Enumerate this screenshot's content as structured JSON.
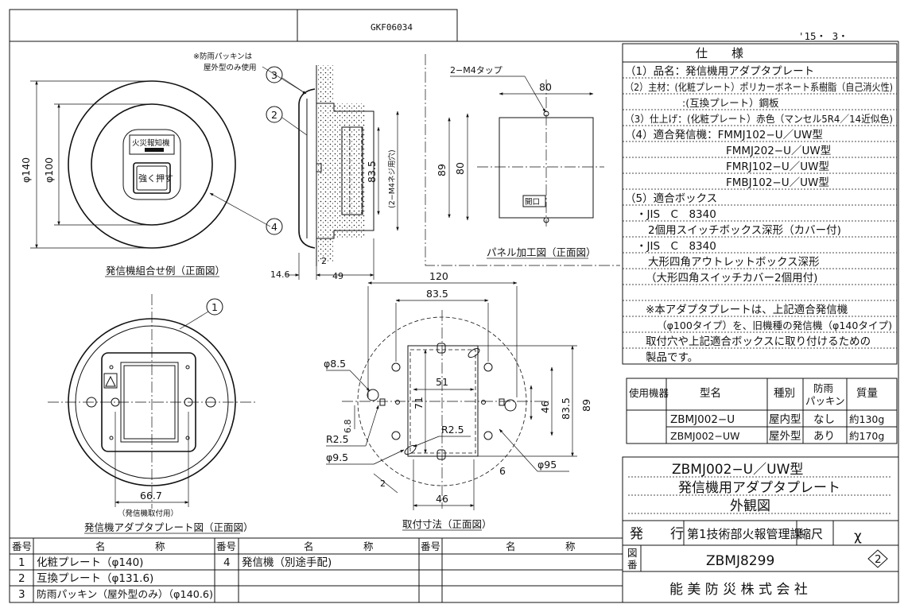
{
  "header": {
    "code": "GKF06034",
    "date": "'15・ 3・"
  },
  "spec": {
    "title": "仕　　様",
    "lines": [
      "（1）品名：発信機用アダプタプレート",
      "（2）主材：(化粧プレート）ポリカーボネート系樹脂（自己消火性)",
      ":(互換プレート）鋼板",
      "（3）仕上げ：(化粧プレート）赤色（マンセル5R4／14近似色)",
      "（4）適合発信機：FMMJ102−U／UW型",
      "FMMJ202−U／UW型",
      "FMRJ102−U／UW型",
      "FMBJ102−U／UW型",
      "（5）適合ボックス",
      "・JIS　C　8340",
      "2個用スイッチボックス深形（カバー付)",
      "・JIS　C　8340",
      "大形四角アウトレットボックス深形",
      "（大形四角スイッチカバー2個用付)",
      "※本アダプタプレートは、上記適合発信機",
      "（φ100タイプ）を、旧機種の発信機（φ140タイプ)",
      "取付穴や上記適合ボックスに取り付けるための",
      "製品です。"
    ]
  },
  "models": {
    "headers": [
      "使用機器",
      "型名",
      "種別",
      "防雨\nパッキン",
      "質量"
    ],
    "rows": [
      [
        "",
        "ZBMJ002−U",
        "屋内型",
        "なし",
        "約130g"
      ],
      [
        "",
        "ZBMJ002−UW",
        "屋外型",
        "あり",
        "約170g"
      ]
    ]
  },
  "title_block": {
    "model": "ZBMJ002−U／UW型",
    "name": "発信機用アダプタプレート",
    "view": "外観図",
    "issue_label": "発　　行",
    "issuer": "第1技術部火報管理課",
    "scale_label": "縮尺",
    "scale": "χ",
    "drawing_no_label": "図\n番",
    "drawing_no": "ZBMJ8299",
    "revision": "2",
    "company": "能 美 防 災 株 式 会 社"
  },
  "parts": {
    "headers": [
      "番号",
      "名　　　　　称"
    ],
    "rows": [
      [
        "1",
        "化粧プレート（φ140)"
      ],
      [
        "2",
        "互換プレート（φ131.6)"
      ],
      [
        "3",
        "防雨パッキン（屋外型のみ）（φ140.6)"
      ],
      [
        "4",
        "発信機（別途手配)"
      ]
    ]
  },
  "drawings": {
    "note": [
      "※防雨パッキンは",
      "屋外型のみ使用"
    ],
    "front_caption": "発信機組合せ例（正面図）",
    "adapter_caption": "発信機アダプタプレート図（正面図）",
    "adapter_sub": "（発信機取付用）",
    "panel_caption": "パネル加工図（正面図）",
    "mount_caption": "取付寸法（正面図）",
    "alarm_label": "火災報知機",
    "push_label": "強く押す",
    "open_label": "開口",
    "tap_label": "2−M4タップ",
    "m4_label": "(2−M4ネジ用穴)",
    "callouts": [
      "1",
      "2",
      "3",
      "4"
    ],
    "dims": {
      "d140": "φ140",
      "d100": "φ100",
      "d835a": "83.5",
      "d146": "14.6",
      "d49": "49",
      "d2": "2",
      "d80a": "80",
      "d80b": "80",
      "d89a": "89",
      "d667": "66.7",
      "d120": "120",
      "d835b": "83.5",
      "d85": "φ8.5",
      "d51": "51",
      "d71": "71",
      "d68": "6.8",
      "r25a": "R2.5",
      "r25b": "R2.5",
      "d95": "φ9.5",
      "d2b": "2",
      "d46a": "46",
      "d835c": "83.5",
      "d89b": "89",
      "d95b": "φ95",
      "d6": "6",
      "d46b": "46"
    }
  }
}
